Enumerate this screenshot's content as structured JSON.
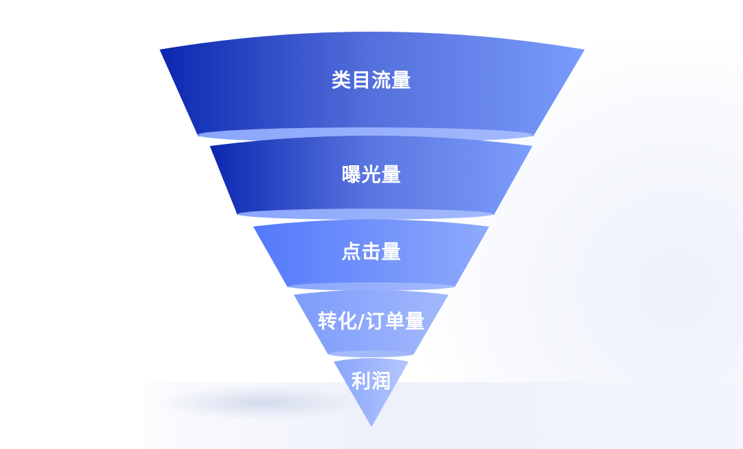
{
  "funnel": {
    "stages": [
      {
        "label": "类目流量"
      },
      {
        "label": "曝光量"
      },
      {
        "label": "点击量"
      },
      {
        "label": "转化/订单量"
      },
      {
        "label": "利润"
      }
    ],
    "colors": {
      "dark": "#0f2db5",
      "mid": "#5a80f5",
      "light": "#9db4fb"
    }
  }
}
